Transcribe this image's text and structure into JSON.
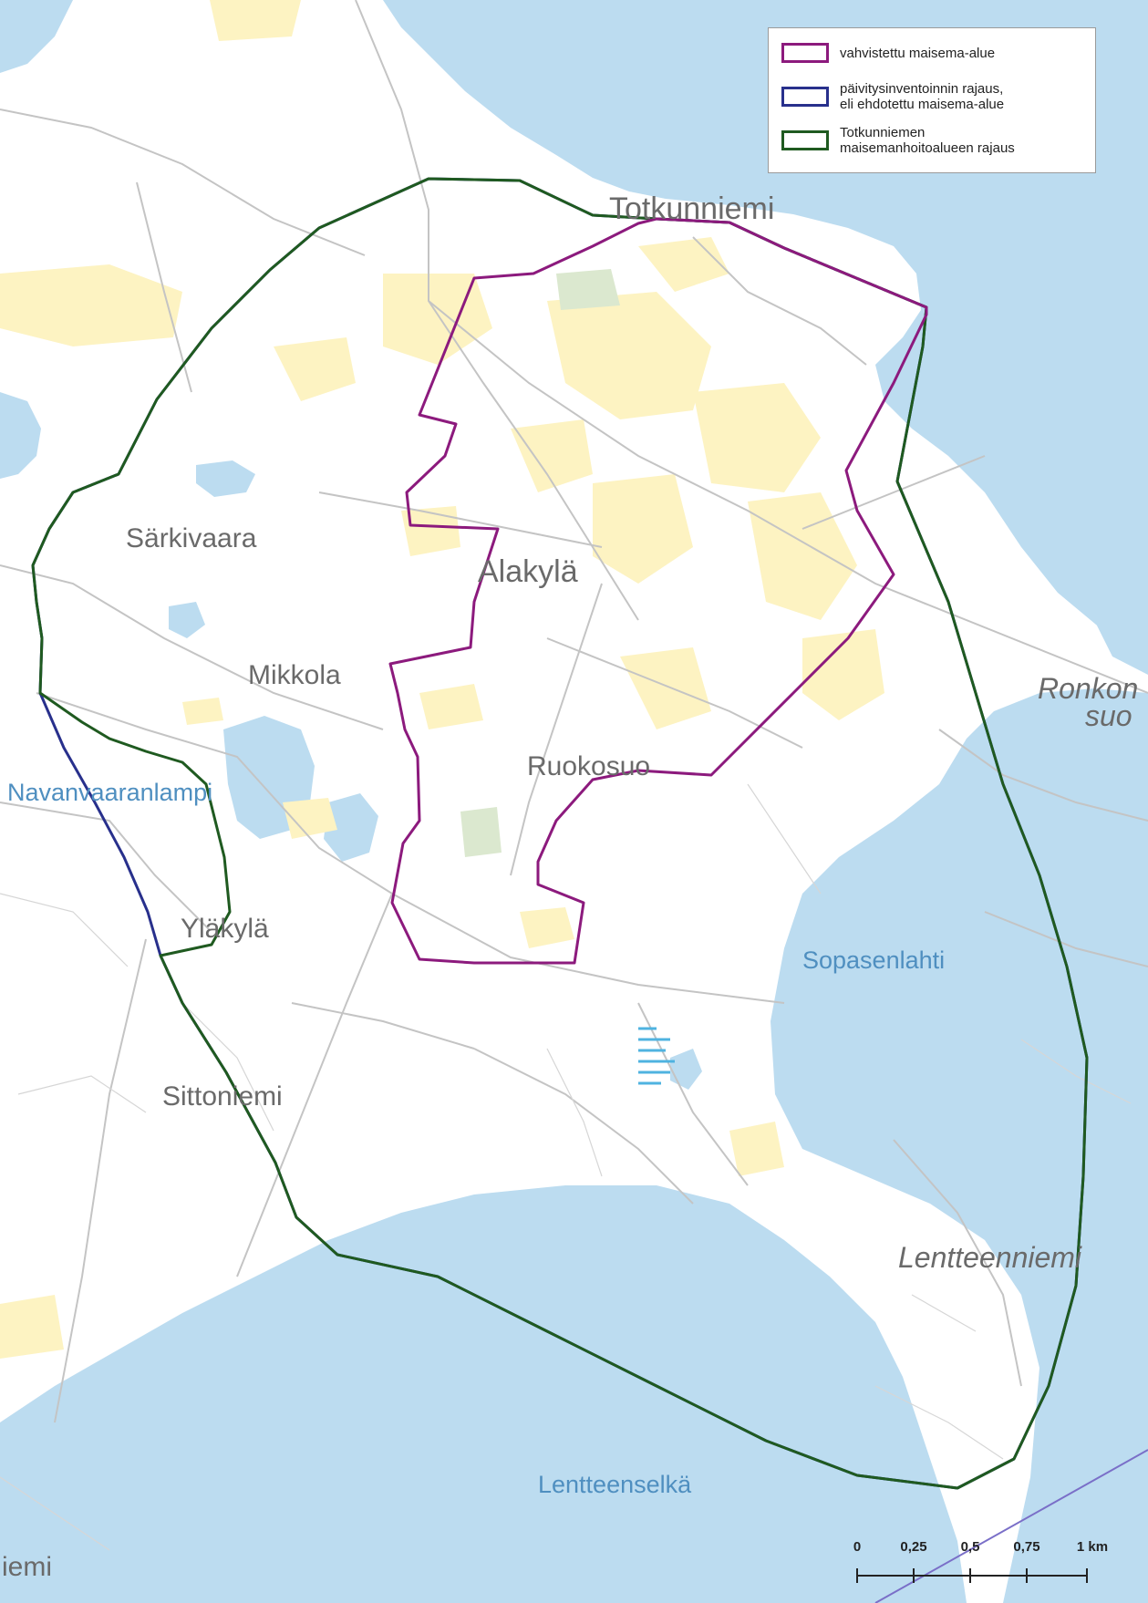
{
  "map": {
    "places": {
      "totkunniemi": "Totkunniemi",
      "sarkivaara": "Särkivaara",
      "alakyla": "Alakylä",
      "mikkola": "Mikkola",
      "ruokosuo": "Ruokosuo",
      "ylakyla": "Yläkylä",
      "sittoniemi": "Sittoniemi",
      "lentteenniemi": "Lentteenniemi",
      "ronkosuo_1": "Ronkon",
      "ronkosuo_2": "suo",
      "iemi_edge": "iemi"
    },
    "water": {
      "navanvaaranlampi": "Navanvaaranlampi",
      "sopasenlahti": "Sopasenlahti",
      "lentteenselka": "Lentteenselkä"
    },
    "colors": {
      "water": "#bcdcf0",
      "land": "#ffffff",
      "field": "#fdf3c2",
      "meadow": "#dbe8cf",
      "road": "#c4c4c4",
      "magenta_boundary": "#8c1a7d",
      "blue_boundary": "#28308c",
      "green_boundary": "#1f5a20"
    }
  },
  "legend": {
    "items": [
      {
        "label_line1": "vahvistettu maisema-alue",
        "label_line2": "",
        "color": "#8c1a7d"
      },
      {
        "label_line1": "päivitysinventoinnin rajaus,",
        "label_line2": "eli ehdotettu maisema-alue",
        "color": "#28308c"
      },
      {
        "label_line1": "Totkunniemen",
        "label_line2": "maisemanhoitoalueen rajaus",
        "color": "#1f5a20"
      }
    ]
  },
  "scale": {
    "ticks": [
      "0",
      "0,25",
      "0,5",
      "0,75",
      "1 km"
    ]
  }
}
